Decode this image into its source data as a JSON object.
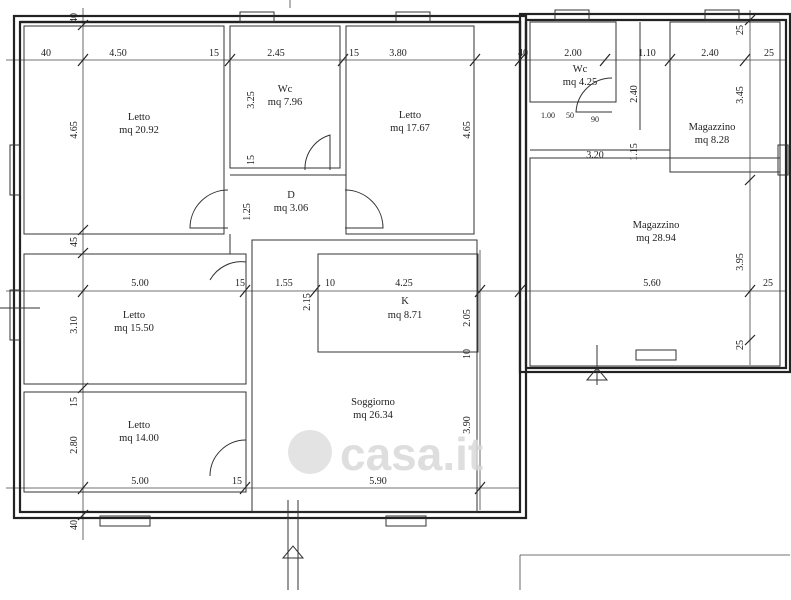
{
  "rooms": {
    "letto1": {
      "name": "Letto",
      "area": "mq 20.92"
    },
    "wc1": {
      "name": "Wc",
      "area": "mq 7.96"
    },
    "letto2": {
      "name": "Letto",
      "area": "mq 17.67"
    },
    "wc2": {
      "name": "Wc",
      "area": "mq 4.25"
    },
    "magazzino1": {
      "name": "Magazzino",
      "area": "mq 8.28"
    },
    "disimpegno": {
      "name": "D",
      "area": "mq 3.06"
    },
    "magazzino2": {
      "name": "Magazzino",
      "area": "mq 28.94"
    },
    "letto3": {
      "name": "Letto",
      "area": "mq 15.50"
    },
    "cucina": {
      "name": "K",
      "area": "mq 8.71"
    },
    "soggiorno": {
      "name": "Soggiorno",
      "area": "mq 26.34"
    },
    "letto4": {
      "name": "Letto",
      "area": "mq 14.00"
    }
  },
  "dimensions": {
    "top_row": [
      "40",
      "4.50",
      "15",
      "2.45",
      "15",
      "3.80",
      "40",
      "2.00",
      "1.10",
      "2.40",
      "25"
    ],
    "left_col": [
      "40",
      "4.65",
      "45",
      "3.10",
      "15",
      "2.80",
      "40"
    ],
    "mid_row": [
      "5.00",
      "15",
      "1.55",
      "10",
      "4.25",
      "5.60",
      "25"
    ],
    "bottom_row": [
      "5.00",
      "15",
      "5.90"
    ],
    "misc": [
      "3.25",
      "15",
      "1.25",
      "4.65",
      "2.15",
      "2.05",
      "10",
      "3.90",
      "2.40",
      "1.15",
      "3.20",
      "3.45",
      "25",
      "3.95",
      "25",
      "1.00",
      "50",
      "90"
    ]
  },
  "watermark": "casa.it"
}
